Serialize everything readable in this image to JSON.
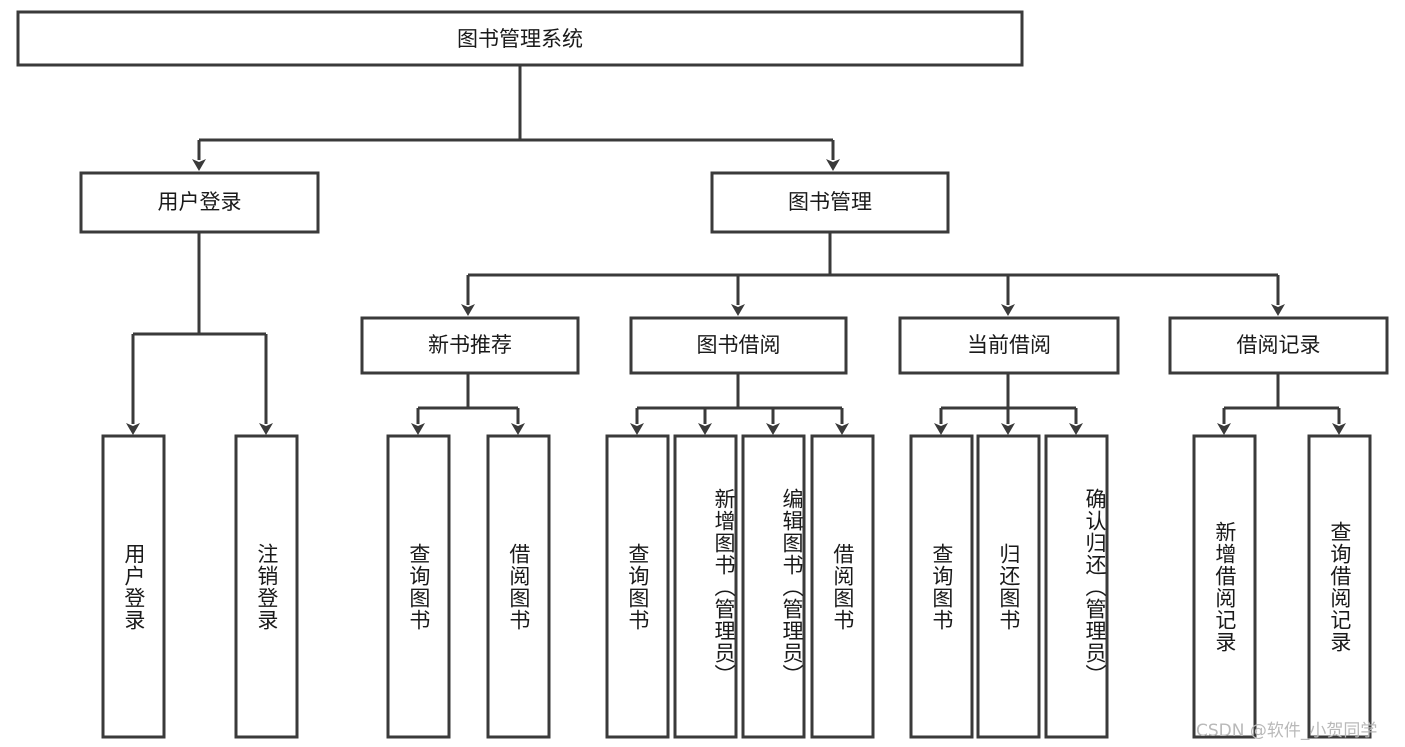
{
  "diagram": {
    "title": "图书管理系统",
    "type": "hierarchy-tree",
    "root": {
      "id": "root",
      "label": "图书管理系统",
      "orientation": "horizontal"
    },
    "level2": [
      {
        "id": "user-login",
        "label": "用户登录",
        "orientation": "horizontal"
      },
      {
        "id": "book-manage",
        "label": "图书管理",
        "orientation": "horizontal"
      }
    ],
    "level3": [
      {
        "id": "new-book-rec",
        "label": "新书推荐",
        "orientation": "horizontal",
        "parent": "book-manage"
      },
      {
        "id": "book-borrow",
        "label": "图书借阅",
        "orientation": "horizontal",
        "parent": "book-manage"
      },
      {
        "id": "current-borrow",
        "label": "当前借阅",
        "orientation": "horizontal",
        "parent": "book-manage"
      },
      {
        "id": "borrow-record",
        "label": "借阅记录",
        "orientation": "horizontal",
        "parent": "book-manage"
      }
    ],
    "leaves": [
      {
        "id": "leaf-user-login",
        "label": "用户登录",
        "orientation": "vertical",
        "parent": "user-login"
      },
      {
        "id": "leaf-user-logout",
        "label": "注销登录",
        "orientation": "vertical",
        "parent": "user-login"
      },
      {
        "id": "leaf-query-book-1",
        "label": "查询图书",
        "orientation": "vertical",
        "parent": "new-book-rec"
      },
      {
        "id": "leaf-borrow-book-1",
        "label": "借阅图书",
        "orientation": "vertical",
        "parent": "new-book-rec"
      },
      {
        "id": "leaf-query-book-2",
        "label": "查询图书",
        "orientation": "vertical",
        "parent": "book-borrow"
      },
      {
        "id": "leaf-add-book",
        "label": "新增图书（管理员）",
        "orientation": "vertical",
        "parent": "book-borrow"
      },
      {
        "id": "leaf-edit-book",
        "label": "编辑图书（管理员）",
        "orientation": "vertical",
        "parent": "book-borrow"
      },
      {
        "id": "leaf-borrow-book-2",
        "label": "借阅图书",
        "orientation": "vertical",
        "parent": "book-borrow"
      },
      {
        "id": "leaf-query-book-3",
        "label": "查询图书",
        "orientation": "vertical",
        "parent": "current-borrow"
      },
      {
        "id": "leaf-return-book",
        "label": "归还图书",
        "orientation": "vertical",
        "parent": "current-borrow"
      },
      {
        "id": "leaf-confirm-return",
        "label": "确认归还（管理员）",
        "orientation": "vertical",
        "parent": "current-borrow"
      },
      {
        "id": "leaf-add-record",
        "label": "新增借阅记录",
        "orientation": "vertical",
        "parent": "borrow-record"
      },
      {
        "id": "leaf-query-record",
        "label": "查询借阅记录",
        "orientation": "vertical",
        "parent": "borrow-record"
      }
    ],
    "colors": {
      "stroke": "#3a3a3a",
      "fill": "#ffffff",
      "text": "#1a1a1a",
      "watermark": "#b9b9b9"
    }
  },
  "watermark": {
    "text": "CSDN @软件_小贺同学"
  }
}
